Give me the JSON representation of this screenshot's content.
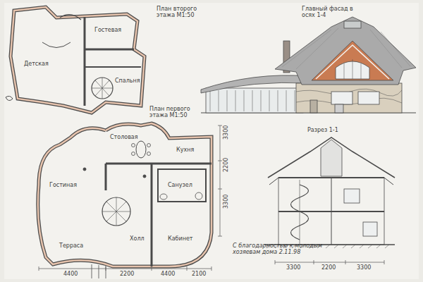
{
  "diagram": {
    "labels": [
      "План второго этажа М1:50",
      "Главный фасад в осях 1-4",
      "Детская",
      "Гостевая",
      "Спальня",
      "План первого этажа М1:50",
      "Гостиная",
      "Столовая",
      "Кухня",
      "Санузел",
      "Холл",
      "Кабинет",
      "Терраса",
      "4400",
      "2200",
      "4400",
      "2100",
      "3300",
      "2200",
      "3300",
      "Разрез 1-1",
      "3300",
      "2200",
      "3300",
      "С благодарностью к молодым хозяевам дома 2.11.98"
    ]
  }
}
